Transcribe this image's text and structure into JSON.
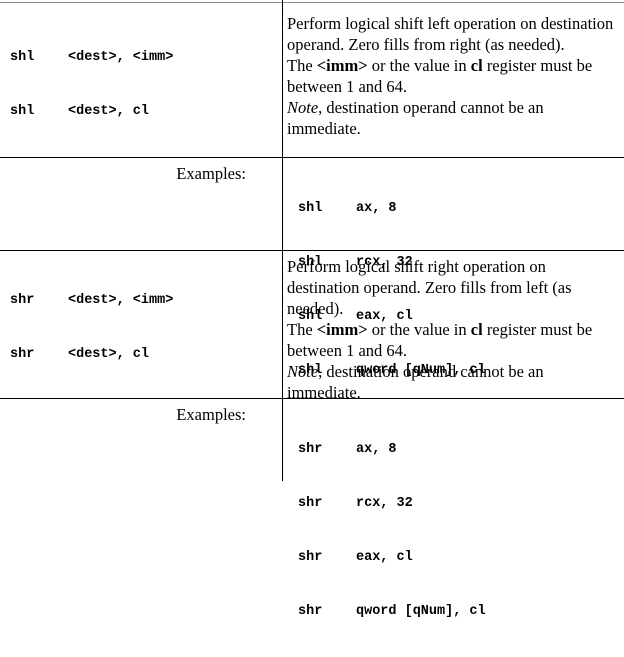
{
  "sections": [
    {
      "syntax": [
        {
          "mnemonic": "shl",
          "operands": "<dest>, <imm>"
        },
        {
          "mnemonic": "shl",
          "operands": "<dest>, cl"
        }
      ],
      "description": {
        "line1": "Perform logical shift left operation on destination operand.  Zero fills from right (as needed).",
        "line2_pre": "The ",
        "line2_imm": "<imm>",
        "line2_mid": " or the value in ",
        "line2_cl": "cl",
        "line2_post": " register must be between 1 and 64.",
        "note_label": "Note",
        "note_text": ", destination operand cannot be an immediate."
      },
      "examples_label": "Examples:",
      "examples": [
        {
          "mnemonic": "shl",
          "operands": "ax, 8"
        },
        {
          "mnemonic": "shl",
          "operands": "rcx, 32"
        },
        {
          "mnemonic": "shl",
          "operands": "eax, cl"
        },
        {
          "mnemonic": "shl",
          "operands": "qword [qNum], cl"
        }
      ]
    },
    {
      "syntax": [
        {
          "mnemonic": "shr",
          "operands": "<dest>, <imm>"
        },
        {
          "mnemonic": "shr",
          "operands": "<dest>, cl"
        }
      ],
      "description": {
        "line1": "Perform logical shift right operation on destination operand.  Zero fills from left (as needed).",
        "line2_pre": "The ",
        "line2_imm": "<imm>",
        "line2_mid": " or the value in ",
        "line2_cl": "cl",
        "line2_post": " register must be between 1 and 64.",
        "note_label": "Note",
        "note_text": ", destination operand cannot be an immediate."
      },
      "examples_label": "Examples:",
      "examples": [
        {
          "mnemonic": "shr",
          "operands": "ax, 8"
        },
        {
          "mnemonic": "shr",
          "operands": "rcx, 32"
        },
        {
          "mnemonic": "shr",
          "operands": "eax, cl"
        },
        {
          "mnemonic": "shr",
          "operands": "qword [qNum], cl"
        }
      ]
    }
  ]
}
